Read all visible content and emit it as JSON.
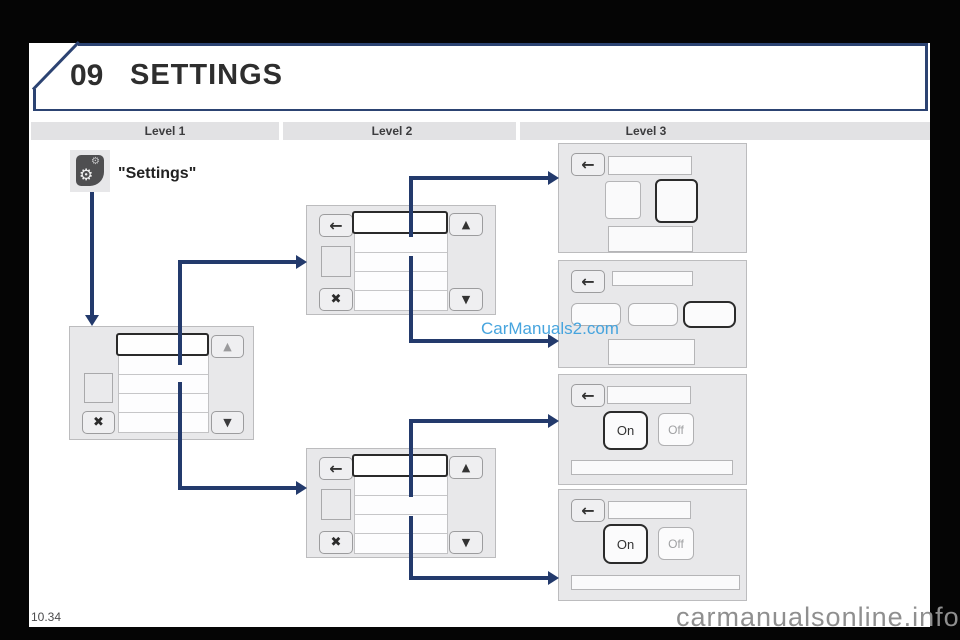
{
  "header": {
    "chapter": "09",
    "title": "SETTINGS"
  },
  "levels": {
    "labels": [
      "Level 1",
      "Level 2",
      "Level 3"
    ]
  },
  "entry": {
    "label": "\"Settings\""
  },
  "glyphs": {
    "back": "←",
    "close": "✖",
    "up": "▲",
    "down": "▼",
    "gear": "⚙"
  },
  "panels": {
    "toggle1": {
      "on": "On",
      "off": "Off"
    },
    "toggle2": {
      "on": "On",
      "off": "Off"
    }
  },
  "watermarks": {
    "center": "CarManuals2.com",
    "bottom": "carmanualsonline.info"
  },
  "footer": {
    "page_ref": "10.34"
  },
  "colors": {
    "accent_navy": "#233a6c",
    "watermark_blue": "#46a4de",
    "panel_gray": "#e8e8ea"
  }
}
